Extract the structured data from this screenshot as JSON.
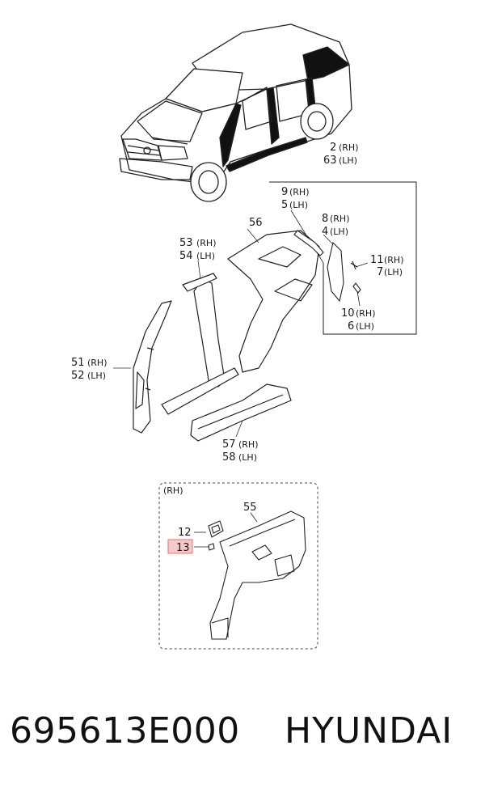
{
  "callouts": [
    {
      "id": "c2",
      "lines": [
        "2",
        "(RH)"
      ],
      "second": [
        "63",
        "(LH)"
      ]
    },
    {
      "id": "c9",
      "lines": [
        "9",
        "(RH)"
      ],
      "second": [
        "5",
        "(LH)"
      ]
    },
    {
      "id": "c8",
      "lines": [
        "8",
        "(RH)"
      ],
      "second": [
        "4",
        "(LH)"
      ]
    },
    {
      "id": "c11",
      "lines": [
        "11",
        "(RH)"
      ],
      "second": [
        "7",
        "(LH)"
      ]
    },
    {
      "id": "c10",
      "lines": [
        "10",
        "(RH)"
      ],
      "second": [
        "6",
        "(LH)"
      ]
    },
    {
      "id": "c56",
      "lines": [
        "56",
        ""
      ],
      "second": [
        "",
        ""
      ]
    },
    {
      "id": "c53",
      "lines": [
        "53",
        "(RH)"
      ],
      "second": [
        "54",
        "(LH)"
      ]
    },
    {
      "id": "c51",
      "lines": [
        "51",
        "(RH)"
      ],
      "second": [
        "52",
        "(LH)"
      ]
    },
    {
      "id": "c57",
      "lines": [
        "57",
        "(RH)"
      ],
      "second": [
        "58",
        "(LH)"
      ]
    }
  ],
  "inset": {
    "side_label": "(RH)",
    "part_55": "55",
    "part_12": "12",
    "part_13": "13",
    "highlight_color": "#e57373"
  },
  "footer": {
    "part_number": "695613E000",
    "brand": "HYUNDAI"
  }
}
